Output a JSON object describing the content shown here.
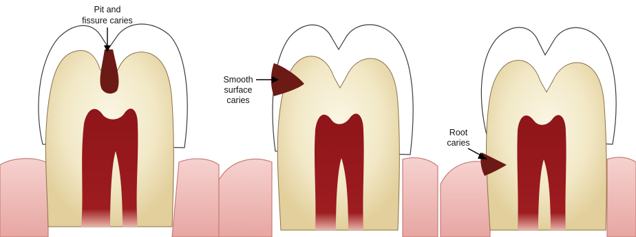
{
  "labels": {
    "pit_fissure": [
      "Pit and",
      "fissure caries"
    ],
    "smooth_surface": [
      "Smooth",
      "surface",
      "caries"
    ],
    "root": [
      "Root",
      "caries"
    ]
  },
  "colors": {
    "enamel": "#ffffff",
    "dentin": "#eadcb0",
    "dentin_light": "#fbf6e2",
    "pulp": "#9a1a1f",
    "caries": "#6b1a16",
    "gum": "#f0b8b4",
    "gum_edge": "#c87c78",
    "outline": "#4a3a2a"
  }
}
